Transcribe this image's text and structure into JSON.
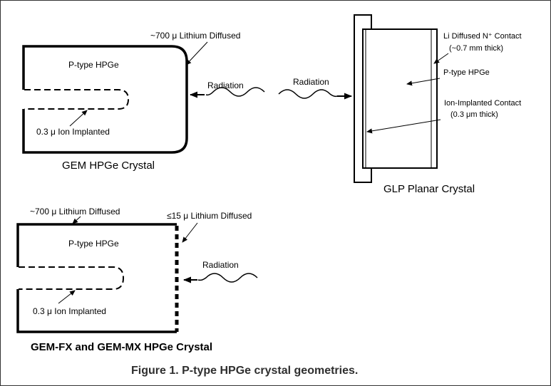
{
  "colors": {
    "ink": "#000000",
    "caption": "#2f2f2f",
    "border": "#333333"
  },
  "gem": {
    "lithium_label": "~700 μ Lithium Diffused",
    "crystal_label": "P-type HPGe",
    "ion_label": "0.3 μ Ion Implanted",
    "radiation_label": "Radiation",
    "title": "GEM HPGe Crystal"
  },
  "glp": {
    "radiation_label": "Radiation",
    "contact_label_line1": "Li Diffused N⁺ Contact",
    "contact_label_line2": "(~0.7 mm thick)",
    "crystal_label": "P-type HPGe",
    "ion_contact_line1": "Ion-Implanted Contact",
    "ion_contact_line2": "(0.3 μm thick)",
    "title": "GLP Planar Crystal"
  },
  "gemfx": {
    "lithium_label": "~700 μ Lithium Diffused",
    "thin_lithium_label": "≤15 μ Lithium Diffused",
    "crystal_label": "P-type HPGe",
    "ion_label": "0.3 μ Ion Implanted",
    "radiation_label": "Radiation",
    "title": "GEM-FX and GEM-MX HPGe Crystal"
  },
  "caption": "Figure 1.  P-type HPGe crystal geometries."
}
